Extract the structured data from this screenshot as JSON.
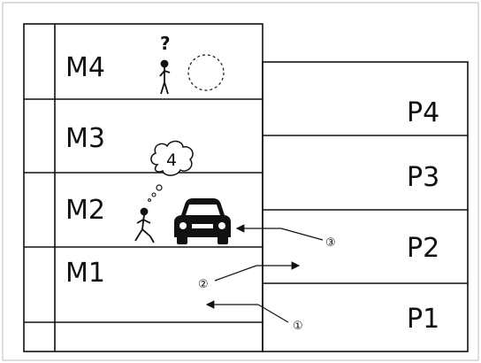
{
  "left_levels": [
    "M4",
    "M3",
    "M2",
    "M1"
  ],
  "right_levels": [
    "P4",
    "P3",
    "P2",
    "P1"
  ],
  "arrow_markers": [
    "①",
    "②",
    "③"
  ],
  "question_mark": "?",
  "thought_number": "4",
  "icons": [
    "car-icon",
    "walking-person-icon",
    "standing-person-icon",
    "thought-cloud-icon",
    "dashed-circle-icon"
  ]
}
